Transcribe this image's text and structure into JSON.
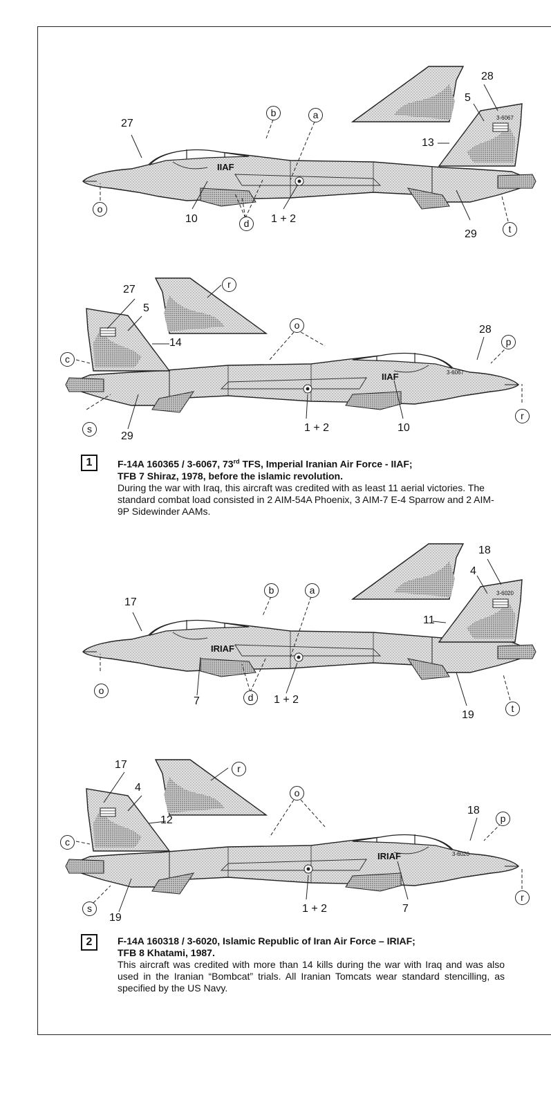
{
  "profiles": [
    {
      "number": "1",
      "title_a": "F-14A 160365 / 3-6067, 73",
      "title_sup": "rd",
      "title_b": " TFS, Imperial Iranian Air Force - IIAF;",
      "title_line2": "TFB 7 Shiraz, 1978, before the islamic revolution.",
      "description": "During the war with Iraq, this aircraft was credited with as least 11 aerial victories.  The standard combat load consisted in 2 AIM-54A Phoenix, 3 AIM-7 E-4 Sparrow  and 2 AIM-9P Sidewinder AAMs.",
      "left_view": {
        "marks": {
          "code": "IIAF",
          "serial": "3-6067"
        },
        "callouts": {
          "nose": "27",
          "fin_flag": "5",
          "fin_num": "28",
          "fin_strip": "13",
          "intake": "10",
          "roundel": "1 + 2",
          "tail": "29"
        },
        "letters": {
          "a": "a",
          "b": "b",
          "d": "d",
          "o": "o",
          "t": "t"
        }
      },
      "right_view": {
        "marks": {
          "code": "IIAF",
          "serial": "3-6067"
        },
        "callouts": {
          "fin": "27",
          "fin_flag": "5",
          "fin_strip": "14",
          "nose": "28",
          "intake": "10",
          "roundel": "1 + 2",
          "tail": "29"
        },
        "letters": {
          "r_fin": "r",
          "o": "o",
          "p": "p",
          "c": "c",
          "s": "s",
          "r_nose": "r"
        }
      }
    },
    {
      "number": "2",
      "title": "F-14A 160318 / 3-6020, Islamic Republic of Iran Air Force – IRIAF;",
      "title_line2": "TFB 8 Khatami, 1987.",
      "description": "This aircraft was credited with more than 14 kills during the war with Iraq and was also used in the Iranian “Bombcat” trials. All Iranian Tomcats wear standard stencilling, as specified by the US Navy.",
      "left_view": {
        "marks": {
          "code": "IRIAF",
          "serial": "3-6020"
        },
        "callouts": {
          "nose": "17",
          "fin_flag": "4",
          "fin_num": "18",
          "fin_strip": "11",
          "intake": "7",
          "roundel": "1 + 2",
          "tail": "19"
        },
        "letters": {
          "a": "a",
          "b": "b",
          "d": "d",
          "o": "o",
          "t": "t"
        }
      },
      "right_view": {
        "marks": {
          "code": "IRIAF",
          "serial": "3-6020"
        },
        "callouts": {
          "fin": "17",
          "fin_flag": "4",
          "fin_strip": "12",
          "nose": "18",
          "intake": "7",
          "roundel": "1 + 2",
          "tail": "19"
        },
        "letters": {
          "r_fin": "r",
          "o": "o",
          "p": "p",
          "c": "c",
          "s": "s",
          "r_nose": "r"
        }
      }
    }
  ]
}
